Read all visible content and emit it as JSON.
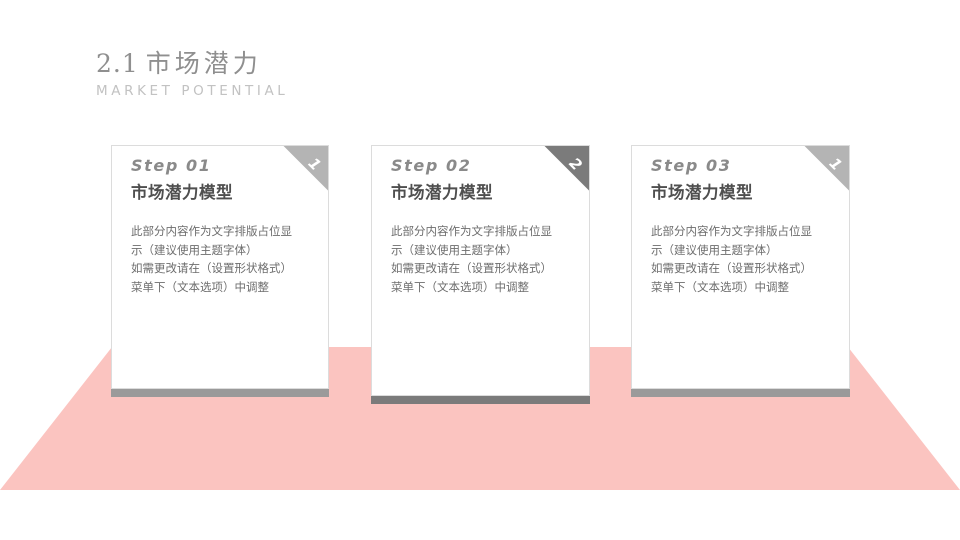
{
  "slide": {
    "title_number": "2.1",
    "title_cn": "市场潜力",
    "subtitle_en": "MARKET POTENTIAL"
  },
  "colors": {
    "stage_pink": "#fbc4c0",
    "ribbon_gray": "#b4b4b4",
    "ribbon_gray_dark": "#7b7b7b",
    "shadow_gray": "#9a9a9a",
    "shadow_gray_dark": "#7b7b7b",
    "heading_gray": "#8f8f8f",
    "subtitle_gray": "#c2c2c2",
    "title_dark": "#4f4f4f",
    "body_gray": "#6d6d6d"
  },
  "cards": [
    {
      "step_label": "Step 01",
      "title": "市场潜力模型",
      "badge_number": "1",
      "body_lines": [
        "此部分内容作为文字排版占位显",
        "示（建议使用主题字体）",
        "如需更改请在（设置形状格式）",
        "菜单下（文本选项）中调整"
      ]
    },
    {
      "step_label": "Step 02",
      "title": "市场潜力模型",
      "badge_number": "2",
      "body_lines": [
        "此部分内容作为文字排版占位显",
        "示（建议使用主题字体）",
        "如需更改请在（设置形状格式）",
        "菜单下（文本选项）中调整"
      ]
    },
    {
      "step_label": "Step 03",
      "title": "市场潜力模型",
      "badge_number": "1",
      "body_lines": [
        "此部分内容作为文字排版占位显",
        "示（建议使用主题字体）",
        "如需更改请在（设置形状格式）",
        "菜单下（文本选项）中调整"
      ]
    }
  ]
}
